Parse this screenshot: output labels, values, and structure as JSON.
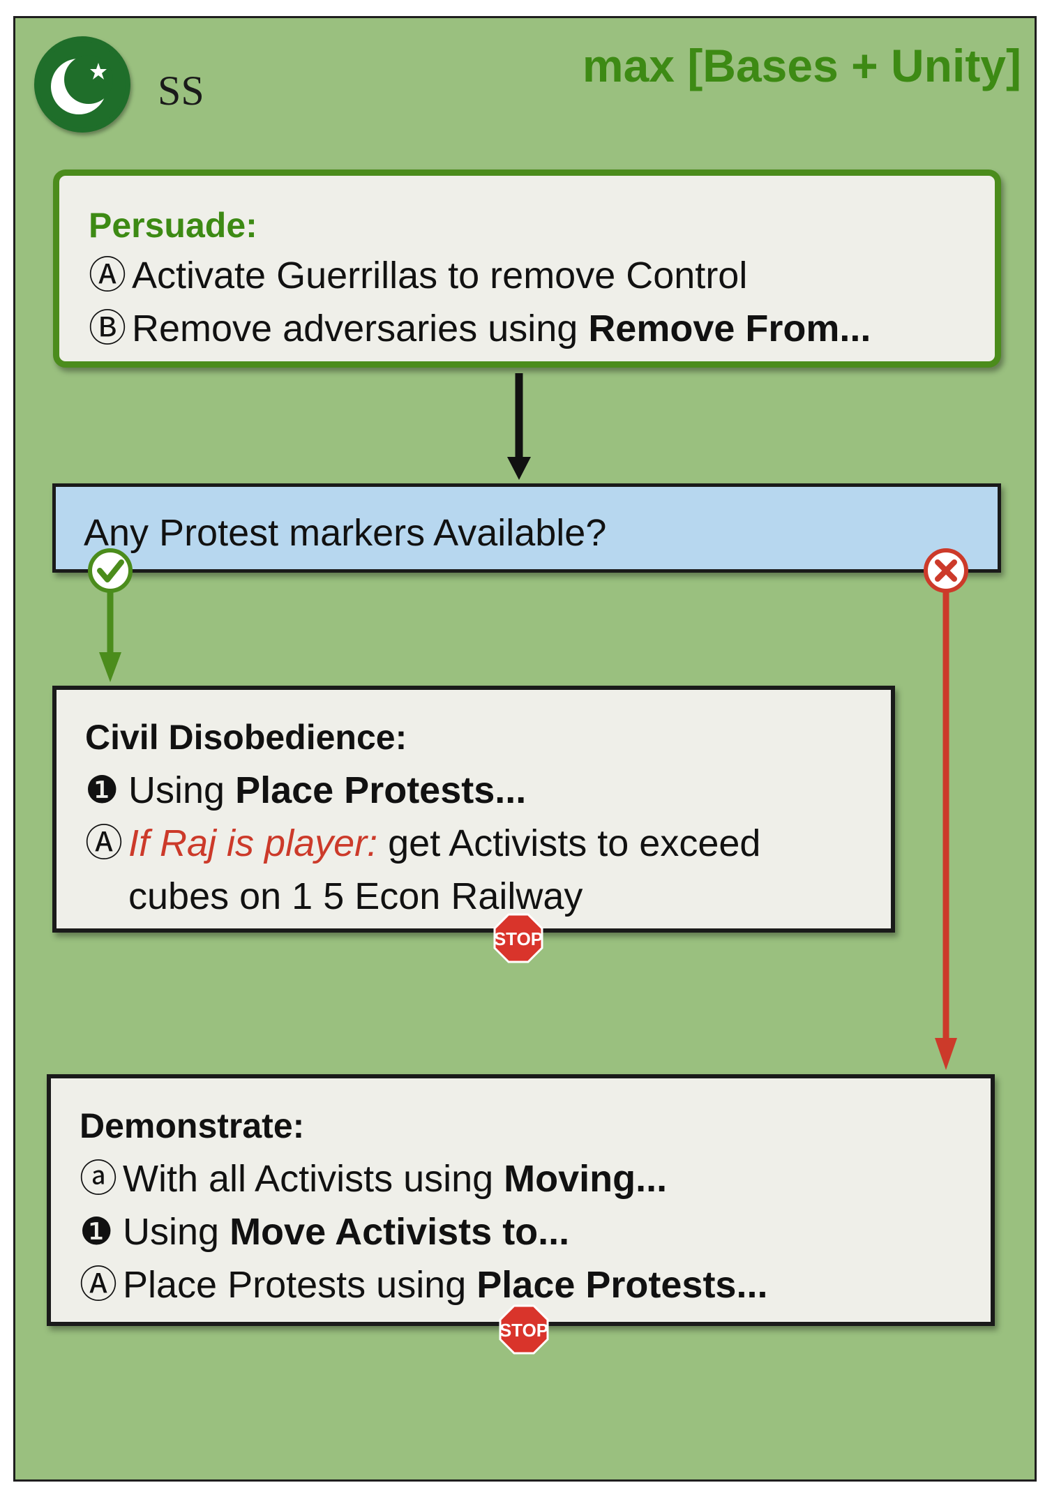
{
  "header": {
    "faction_abbr": "SS",
    "priority": "max [Bases + Unity]",
    "logo_icon": "crescent-star-icon"
  },
  "persuade": {
    "title": "Persuade:",
    "items": [
      {
        "marker": "Ⓐ",
        "text": "Activate Guerrillas to remove Control",
        "bold": ""
      },
      {
        "marker": "Ⓑ",
        "text": "Remove adversaries using ",
        "bold": "Remove From..."
      }
    ]
  },
  "question": {
    "text": "Any Protest markers Available?",
    "yes_icon": "check-icon",
    "no_icon": "x-icon"
  },
  "civil_disobedience": {
    "title": "Civil Disobedience:",
    "step1_marker": "❶",
    "step1_text": "Using ",
    "step1_bold": "Place Protests...",
    "alt_marker": "Ⓐ",
    "alt_condition": "If Raj is player:",
    "alt_text": "get Activists to exceed",
    "alt_text2": "cubes on 1 5 Econ Railway",
    "stop_label": "STOP"
  },
  "demonstrate": {
    "title": "Demonstrate:",
    "items": [
      {
        "marker": "ⓐ",
        "text": "With all Activists using ",
        "bold": "Moving..."
      },
      {
        "marker": "❶",
        "text": "Using ",
        "bold": "Move Activists to..."
      },
      {
        "marker": "Ⓐ",
        "text": "Place Protests using ",
        "bold": "Place Protests..."
      }
    ],
    "stop_label": "STOP"
  },
  "colors": {
    "background": "#9ac07f",
    "persuade_border": "#4b8c1c",
    "question_fill": "#b7d7ef",
    "yes_arrow": "#4b8c1c",
    "no_arrow": "#cc3a2a",
    "stop_sign": "#d9342b"
  }
}
